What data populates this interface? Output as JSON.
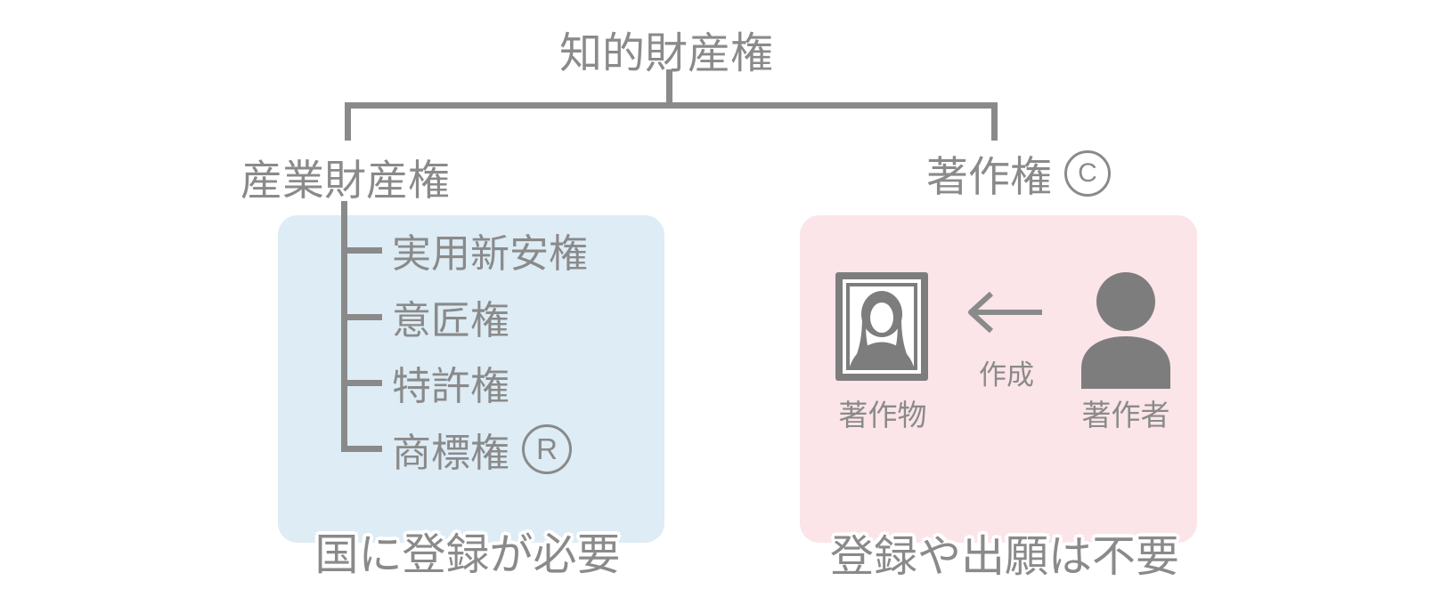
{
  "diagram": {
    "title": "知的財産権",
    "left_branch": {
      "label": "産業財産権",
      "items": [
        "実用新安権",
        "意匠権",
        "特許権",
        "商標権"
      ],
      "trademark_symbol": "R",
      "caption": "国に登録が必要",
      "box_color": "#ddecf5"
    },
    "right_branch": {
      "label": "著作権",
      "copyright_symbol": "C",
      "work_label": "著作物",
      "arrow_label": "作成",
      "author_label": "著作者",
      "caption": "登録や出願は不要",
      "box_color": "#fbe5e9"
    },
    "colors": {
      "text": "#8a8a8a",
      "line": "#8a8a8a",
      "icon": "#7d7d7d",
      "background": "#ffffff"
    }
  }
}
